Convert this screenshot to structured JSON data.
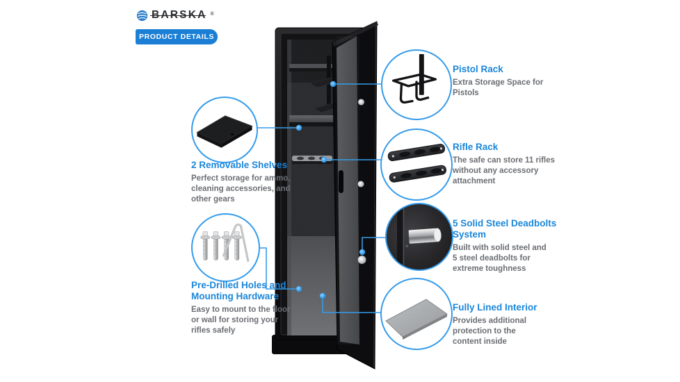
{
  "brand": {
    "name": "BARSKA",
    "registered": "®"
  },
  "badge": {
    "label": "PRODUCT DETAILS"
  },
  "colors": {
    "accent_blue": "#1b7fd6",
    "callout_line_blue": "#359bea",
    "title_blue": "#1a86d9",
    "body_gray": "#6b6e73"
  },
  "icons": {
    "logo_globe": "barska-globe-icon",
    "shelf": "removable-shelf-icon",
    "anchor_bolts": "mounting-bolts-icon",
    "pistol_rack": "pistol-rack-icon",
    "rifle_rack": "rifle-rack-icon",
    "deadbolt": "steel-deadbolt-icon",
    "lined_mat": "carpet-mat-icon"
  },
  "callouts": {
    "shelves": {
      "title": "2 Removable Shelves",
      "desc": "Perfect storage for ammo,\ncleaning accessories, and\nother gears"
    },
    "predrilled": {
      "title": "Pre-Drilled Holes and\nMounting Hardware",
      "desc": "Easy to mount to the floor\nor wall for storing your\nrifles safely"
    },
    "pistol": {
      "title": "Pistol Rack",
      "desc": "Extra Storage Space for\nPistols"
    },
    "rifle": {
      "title": "Rifle Rack",
      "desc": "The safe can store 11 rifles\nwithout any accessory\nattachment"
    },
    "deadbolts": {
      "title": "5 Solid Steel Deadbolts\nSystem",
      "desc": "Built with solid steel and\n5 steel deadbolts for\nextreme toughness"
    },
    "lined": {
      "title": "Fully Lined Interior",
      "desc": "Provides additional\nprotection to the\ncontent inside"
    }
  }
}
